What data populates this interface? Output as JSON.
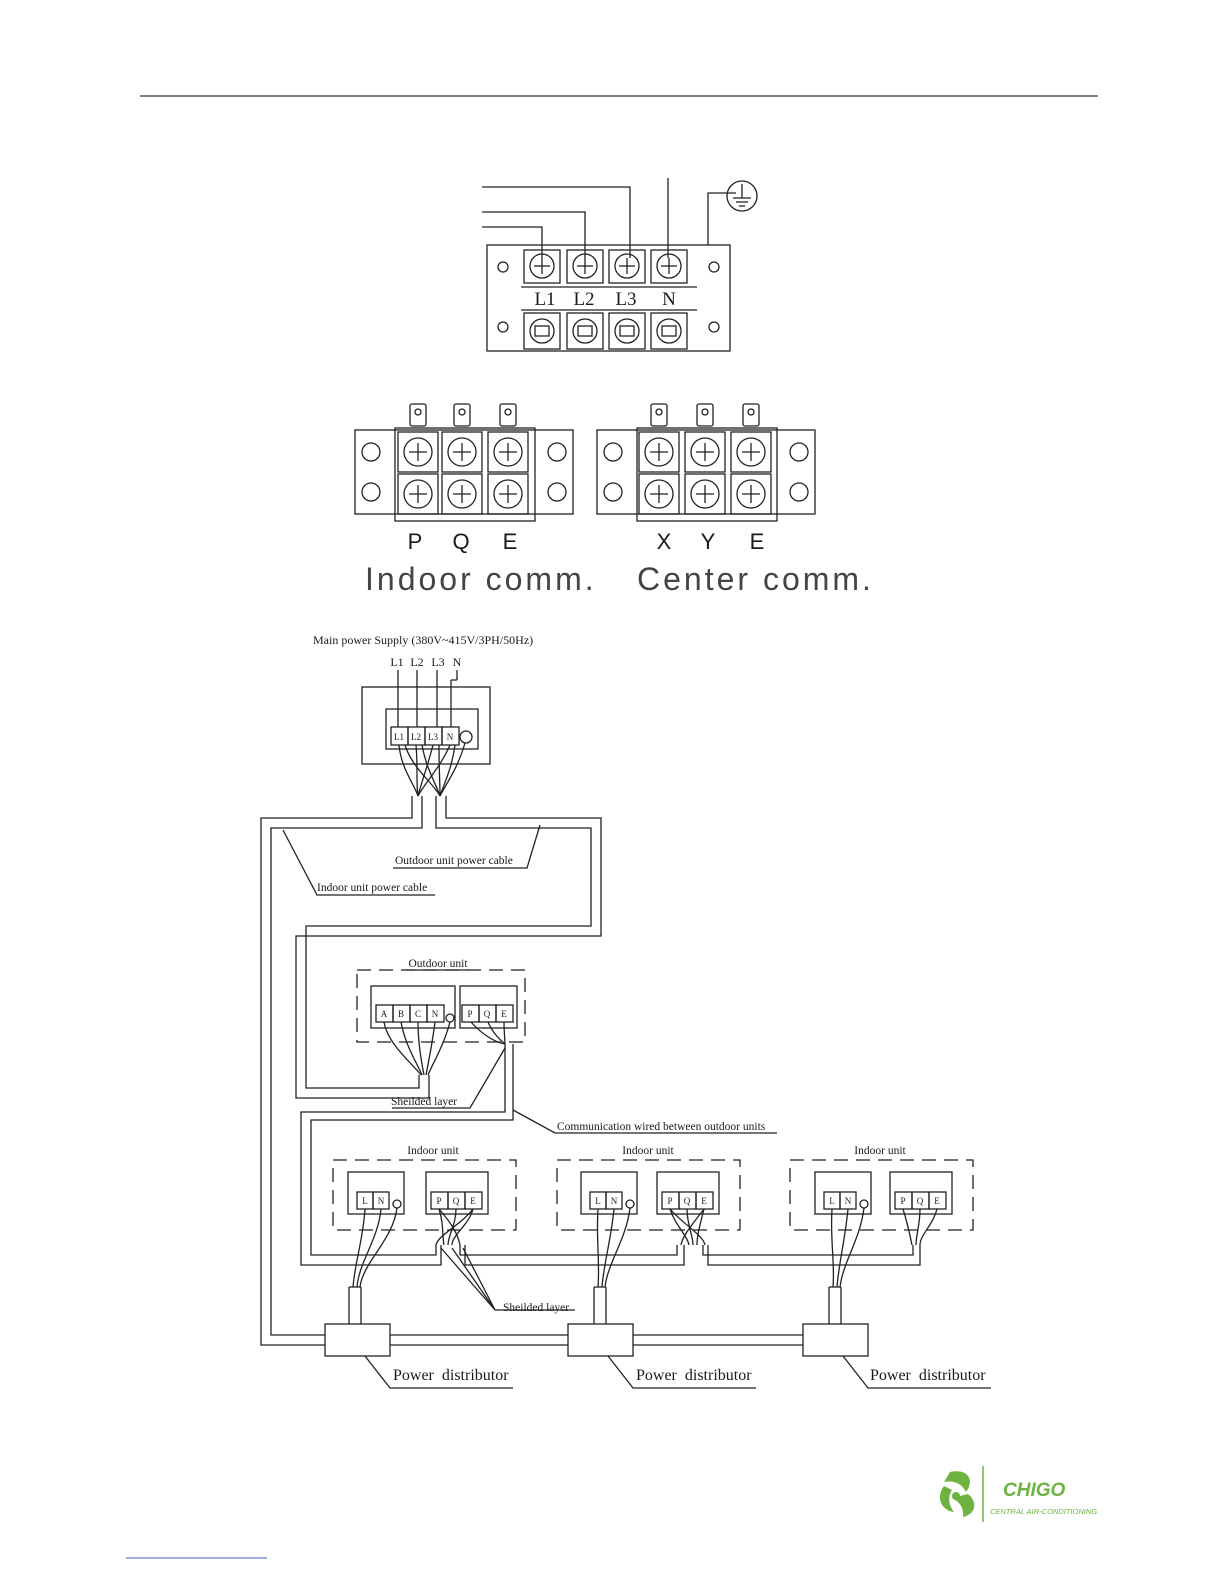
{
  "terminal_block_1": {
    "labels": [
      "L1",
      "L2",
      "L3",
      "N"
    ]
  },
  "comm_blocks": {
    "indoor_letters": [
      "P",
      "Q",
      "E"
    ],
    "center_letters": [
      "X",
      "Y",
      "E"
    ],
    "caption_indoor": "Indoor comm.",
    "caption_center": "Center comm."
  },
  "wiring_diagram": {
    "supply_title": "Main power Supply (380V~415V/3PH/50Hz)",
    "supply_lines": [
      "L1",
      "L2",
      "L3",
      "N"
    ],
    "supply_terminals": [
      "L1",
      "L2",
      "L3",
      "N"
    ],
    "outdoor_power_cable": "Outdoor unit power cable",
    "indoor_power_cable": "Indoor unit power cable",
    "outdoor_unit_title": "Outdoor unit",
    "outdoor_power_terminals": [
      "A",
      "B",
      "C",
      "N"
    ],
    "outdoor_comm_terminals": [
      "P",
      "Q",
      "E"
    ],
    "shielded_layer": "Sheilded layer",
    "comm_wire_label": "Communication wired between outdoor units",
    "indoor_unit_title": "Indoor unit",
    "indoor_power_terminals": [
      "L",
      "N"
    ],
    "indoor_comm_terminals": [
      "P",
      "Q",
      "E"
    ],
    "power_distributor": "Power  distributor"
  },
  "footer": {
    "brand": "CHIGO",
    "tagline": "CENTRAL AIR-CONDITIONING",
    "brand_color": "#6db33f"
  }
}
